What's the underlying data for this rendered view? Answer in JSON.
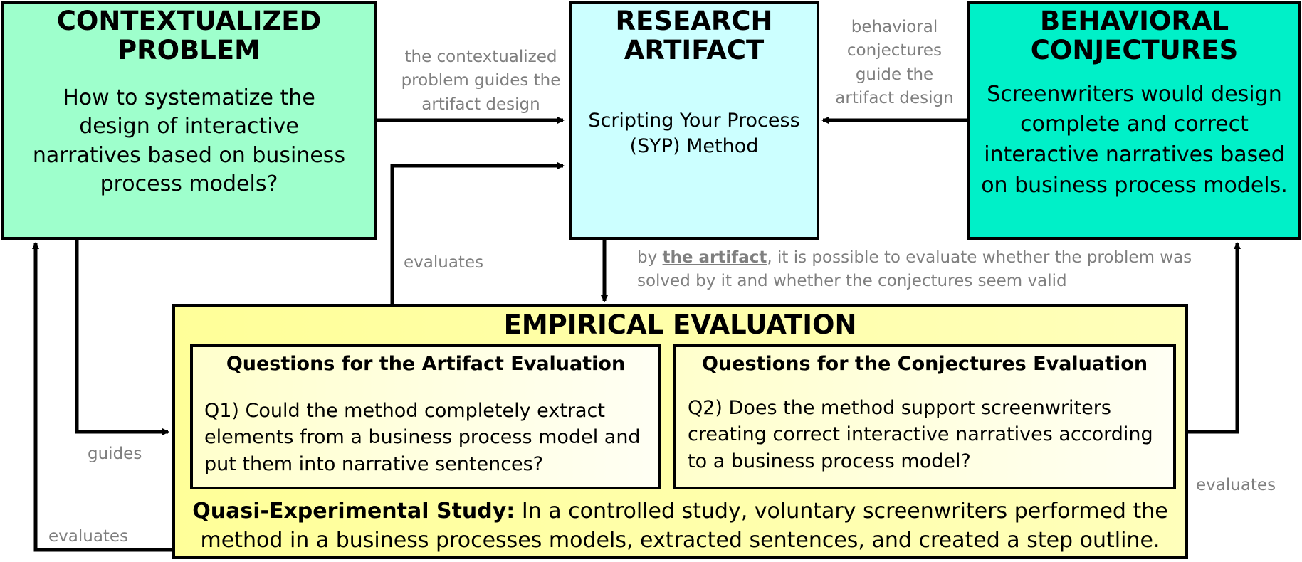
{
  "problem": {
    "title_line1": "CONTEXTUALIZED",
    "title_line2": "PROBLEM",
    "text": "How to systematize the design of interactive narratives based on business process models?"
  },
  "artifact": {
    "title_line1": "RESEARCH",
    "title_line2": "ARTIFACT",
    "text": "Scripting Your Process (SYP) Method"
  },
  "conjectures": {
    "title_line1": "BEHAVIORAL",
    "title_line2": "CONJECTURES",
    "text": "Screenwriters would design complete and correct interactive narratives based on business process models."
  },
  "evaluation": {
    "title": "EMPIRICAL EVALUATION",
    "artifact_questions": {
      "title": "Questions for the Artifact Evaluation",
      "text": "Q1) Could the method completely extract elements from a business process model and put them into narrative sentences?"
    },
    "conjecture_questions": {
      "title": "Questions for the Conjectures Evaluation",
      "text": "Q2) Does the method support screenwriters creating correct interactive narratives according to a business process model?"
    },
    "study_label": "Quasi-Experimental Study:",
    "study_text": "In a controlled study, voluntary screenwriters performed the method in a business processes models, extracted sentences, and created a step outline."
  },
  "labels": {
    "problem_guides": "the contextualized problem guides the artifact design",
    "conjectures_guide": "behavioral conjectures guide the artifact design",
    "evaluates_top": "evaluates",
    "by_artifact_prefix": "by ",
    "by_artifact_emphasis": "the artifact",
    "by_artifact_rest": ", it is possible to evaluate whether the problem was solved by it and whether the conjectures seem valid",
    "guides": "guides",
    "evaluates_left": "evaluates",
    "evaluates_right": "evaluates"
  },
  "colors": {
    "problem_fill": "#9effcc",
    "artifact_fill": "#ccffff",
    "conjectures_fill": "#00f0c8",
    "evaluation_fill": "#ffff99",
    "label_gray": "#7f7f7f"
  }
}
